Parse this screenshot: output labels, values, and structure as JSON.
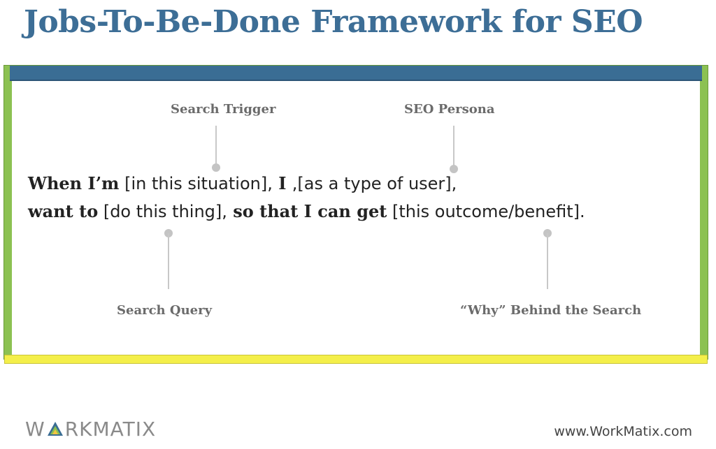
{
  "title": "Jobs-To-Be-Done Framework for SEO",
  "labels": {
    "search_trigger": "Search Trigger",
    "seo_persona": "SEO Persona",
    "search_query": "Search Query",
    "why_behind": "“Why” Behind the Search"
  },
  "sentence": {
    "line1": {
      "b1": "When I’m",
      "t1": " [in this situation],",
      "b2": " I ",
      "t2": ",[as a type of user],"
    },
    "line2": {
      "b1": "want to",
      "t1": " [do this thing],",
      "b2": " so that I can get",
      "t2": " [this outcome/benefit]."
    }
  },
  "logo": {
    "pre": "W",
    "post": "RKMATIX",
    "icon": "workmatix-logo-icon",
    "colors": [
      "#3a6d94",
      "#8cc152",
      "#f4c542"
    ]
  },
  "website": "www.WorkMatix.com",
  "colors": {
    "title": "#3d6e96",
    "top_bar": "#3a6d94",
    "side_borders": "#8cc152",
    "bottom_bar": "#f4ef4a"
  }
}
